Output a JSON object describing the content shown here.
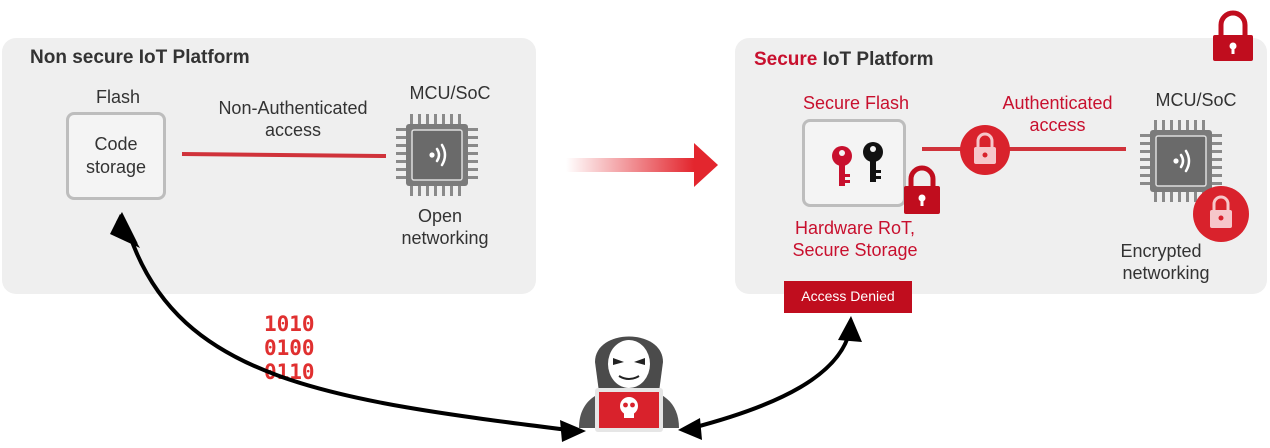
{
  "left_panel": {
    "title": "Non secure IoT Platform",
    "flash_label": "Flash",
    "code_storage_line1": "Code",
    "code_storage_line2": "storage",
    "access_line1": "Non-Authenticated",
    "access_line2": "access",
    "mcu_label": "MCU/SoC",
    "networking_line1": "Open",
    "networking_line2": "networking"
  },
  "right_panel": {
    "title_accent": "Secure",
    "title_rest": " IoT Platform",
    "flash_label": "Secure Flash",
    "access_line1": "Authenticated",
    "access_line2": "access",
    "mcu_label": "MCU/SoC",
    "rot_line1": "Hardware RoT,",
    "rot_line2": "Secure Storage",
    "networking_line1": "Encrypted",
    "networking_line2": "networking",
    "denied_label": "Access Denied"
  },
  "binary_lines": [
    "1010",
    "0100",
    "0110"
  ],
  "icons": [
    "padlock-icon",
    "chip-icon",
    "key-icon",
    "hacker-icon",
    "skull-icon",
    "arrow-icon"
  ],
  "colors": {
    "accent": "#c8102e",
    "panel": "#efefef",
    "chip": "#7b7b7b"
  }
}
